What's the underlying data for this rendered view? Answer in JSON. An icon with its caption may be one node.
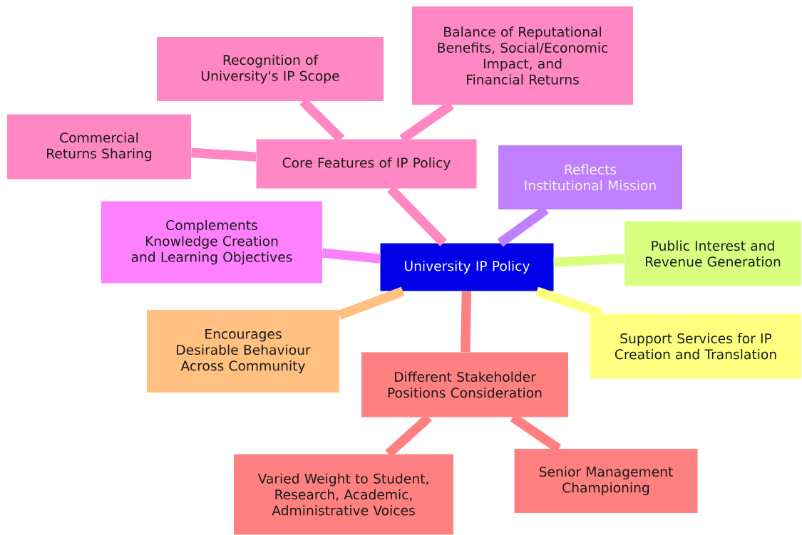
{
  "diagram": {
    "nodes": [
      {
        "text": [
          "University IP Policy"
        ]
      },
      {
        "text": [
          "Core Features of IP Policy"
        ]
      },
      {
        "text": [
          "Recognition of University's IP Scope"
        ]
      },
      {
        "text": [
          "Balance of Reputational Benefits, Social/Economic Impact, and Financial Returns"
        ]
      },
      {
        "text": [
          "Commercial Returns Sharing"
        ]
      },
      {
        "text": [
          "Reflects Institutional Mission"
        ]
      },
      {
        "text": [
          "Complements Knowledge Creation and Learning Objectives"
        ]
      },
      {
        "text": [
          "Public Interest and Revenue Generation"
        ]
      },
      {
        "text": [
          "Encourages Desirable Behaviour Across Community"
        ]
      },
      {
        "text": [
          "Support Services for IP Creation and Translation"
        ]
      },
      {
        "text": [
          "Different Stakeholder Positions Consideration"
        ]
      },
      {
        "text": [
          "Varied Weight to Student, Research, Academic, Administrative Voices"
        ]
      },
      {
        "text": [
          "Senior Management Championing"
        ]
      }
    ],
    "edges": [
      {
        "from": 0,
        "to": 1,
        "arrow": "none",
        "color": "#ff88c4"
      },
      {
        "from": 1,
        "to": 2,
        "arrow": "none",
        "color": "#ff88c4"
      },
      {
        "from": 1,
        "to": 3,
        "arrow": "none",
        "color": "#ff88c4"
      },
      {
        "from": 1,
        "to": 4,
        "arrow": "none",
        "color": "#ff88c4"
      },
      {
        "from": 0,
        "to": 5,
        "arrow": "none",
        "color": "#bf80ff"
      },
      {
        "from": 0,
        "to": 6,
        "arrow": "none",
        "color": "#ff80ff"
      },
      {
        "from": 0,
        "to": 7,
        "arrow": "none",
        "color": "#d9ff80"
      },
      {
        "from": 0,
        "to": 8,
        "arrow": "none",
        "color": "#ffc080"
      },
      {
        "from": 0,
        "to": 9,
        "arrow": "none",
        "color": "#ffff80"
      },
      {
        "from": 0,
        "to": 10,
        "arrow": "none",
        "color": "#ff8080"
      },
      {
        "from": 10,
        "to": 11,
        "arrow": "none",
        "color": "#ff8080"
      },
      {
        "from": 10,
        "to": 12,
        "arrow": "none",
        "color": "#ff8080"
      }
    ]
  }
}
